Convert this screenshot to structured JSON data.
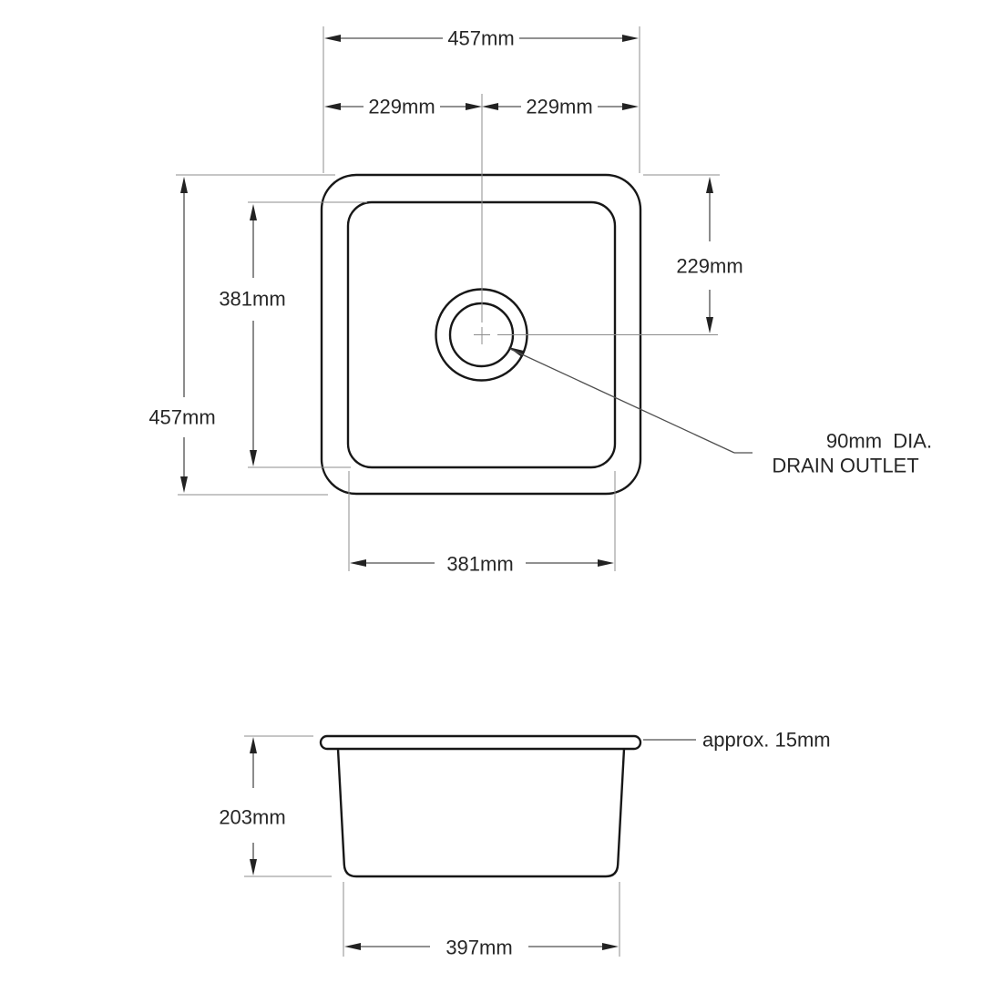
{
  "top_view": {
    "width_total": "457mm",
    "width_left_half": "229mm",
    "width_right_half": "229mm",
    "height_total": "457mm",
    "height_inner": "381mm",
    "drain_from_top": "229mm",
    "width_inner": "381mm",
    "drain_note_line1": "90mm  DIA.",
    "drain_note_line2": "DRAIN OUTLET"
  },
  "side_view": {
    "depth": "203mm",
    "base_width": "397mm",
    "rim_thickness": "approx. 15mm"
  },
  "colors": {
    "outline": "#171717",
    "dimension_line": "#4f4f4f",
    "extension_line": "#8c8c8c",
    "text": "#262626",
    "background": "#ffffff"
  }
}
